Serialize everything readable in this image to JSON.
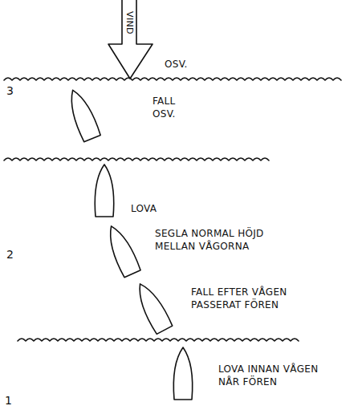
{
  "diagram": {
    "labels": [
      "VIND",
      "OSV.",
      "3",
      "FALL OSV.",
      "LOVA",
      "SEGLA NORMAL HÖJD MELLAN VÅGORNA",
      "2",
      "FALL EFTER VÅGEN PASSERAT FÖREN",
      "LOVA INNAN VÅGEN NÅR FÖREN",
      "1"
    ]
  }
}
